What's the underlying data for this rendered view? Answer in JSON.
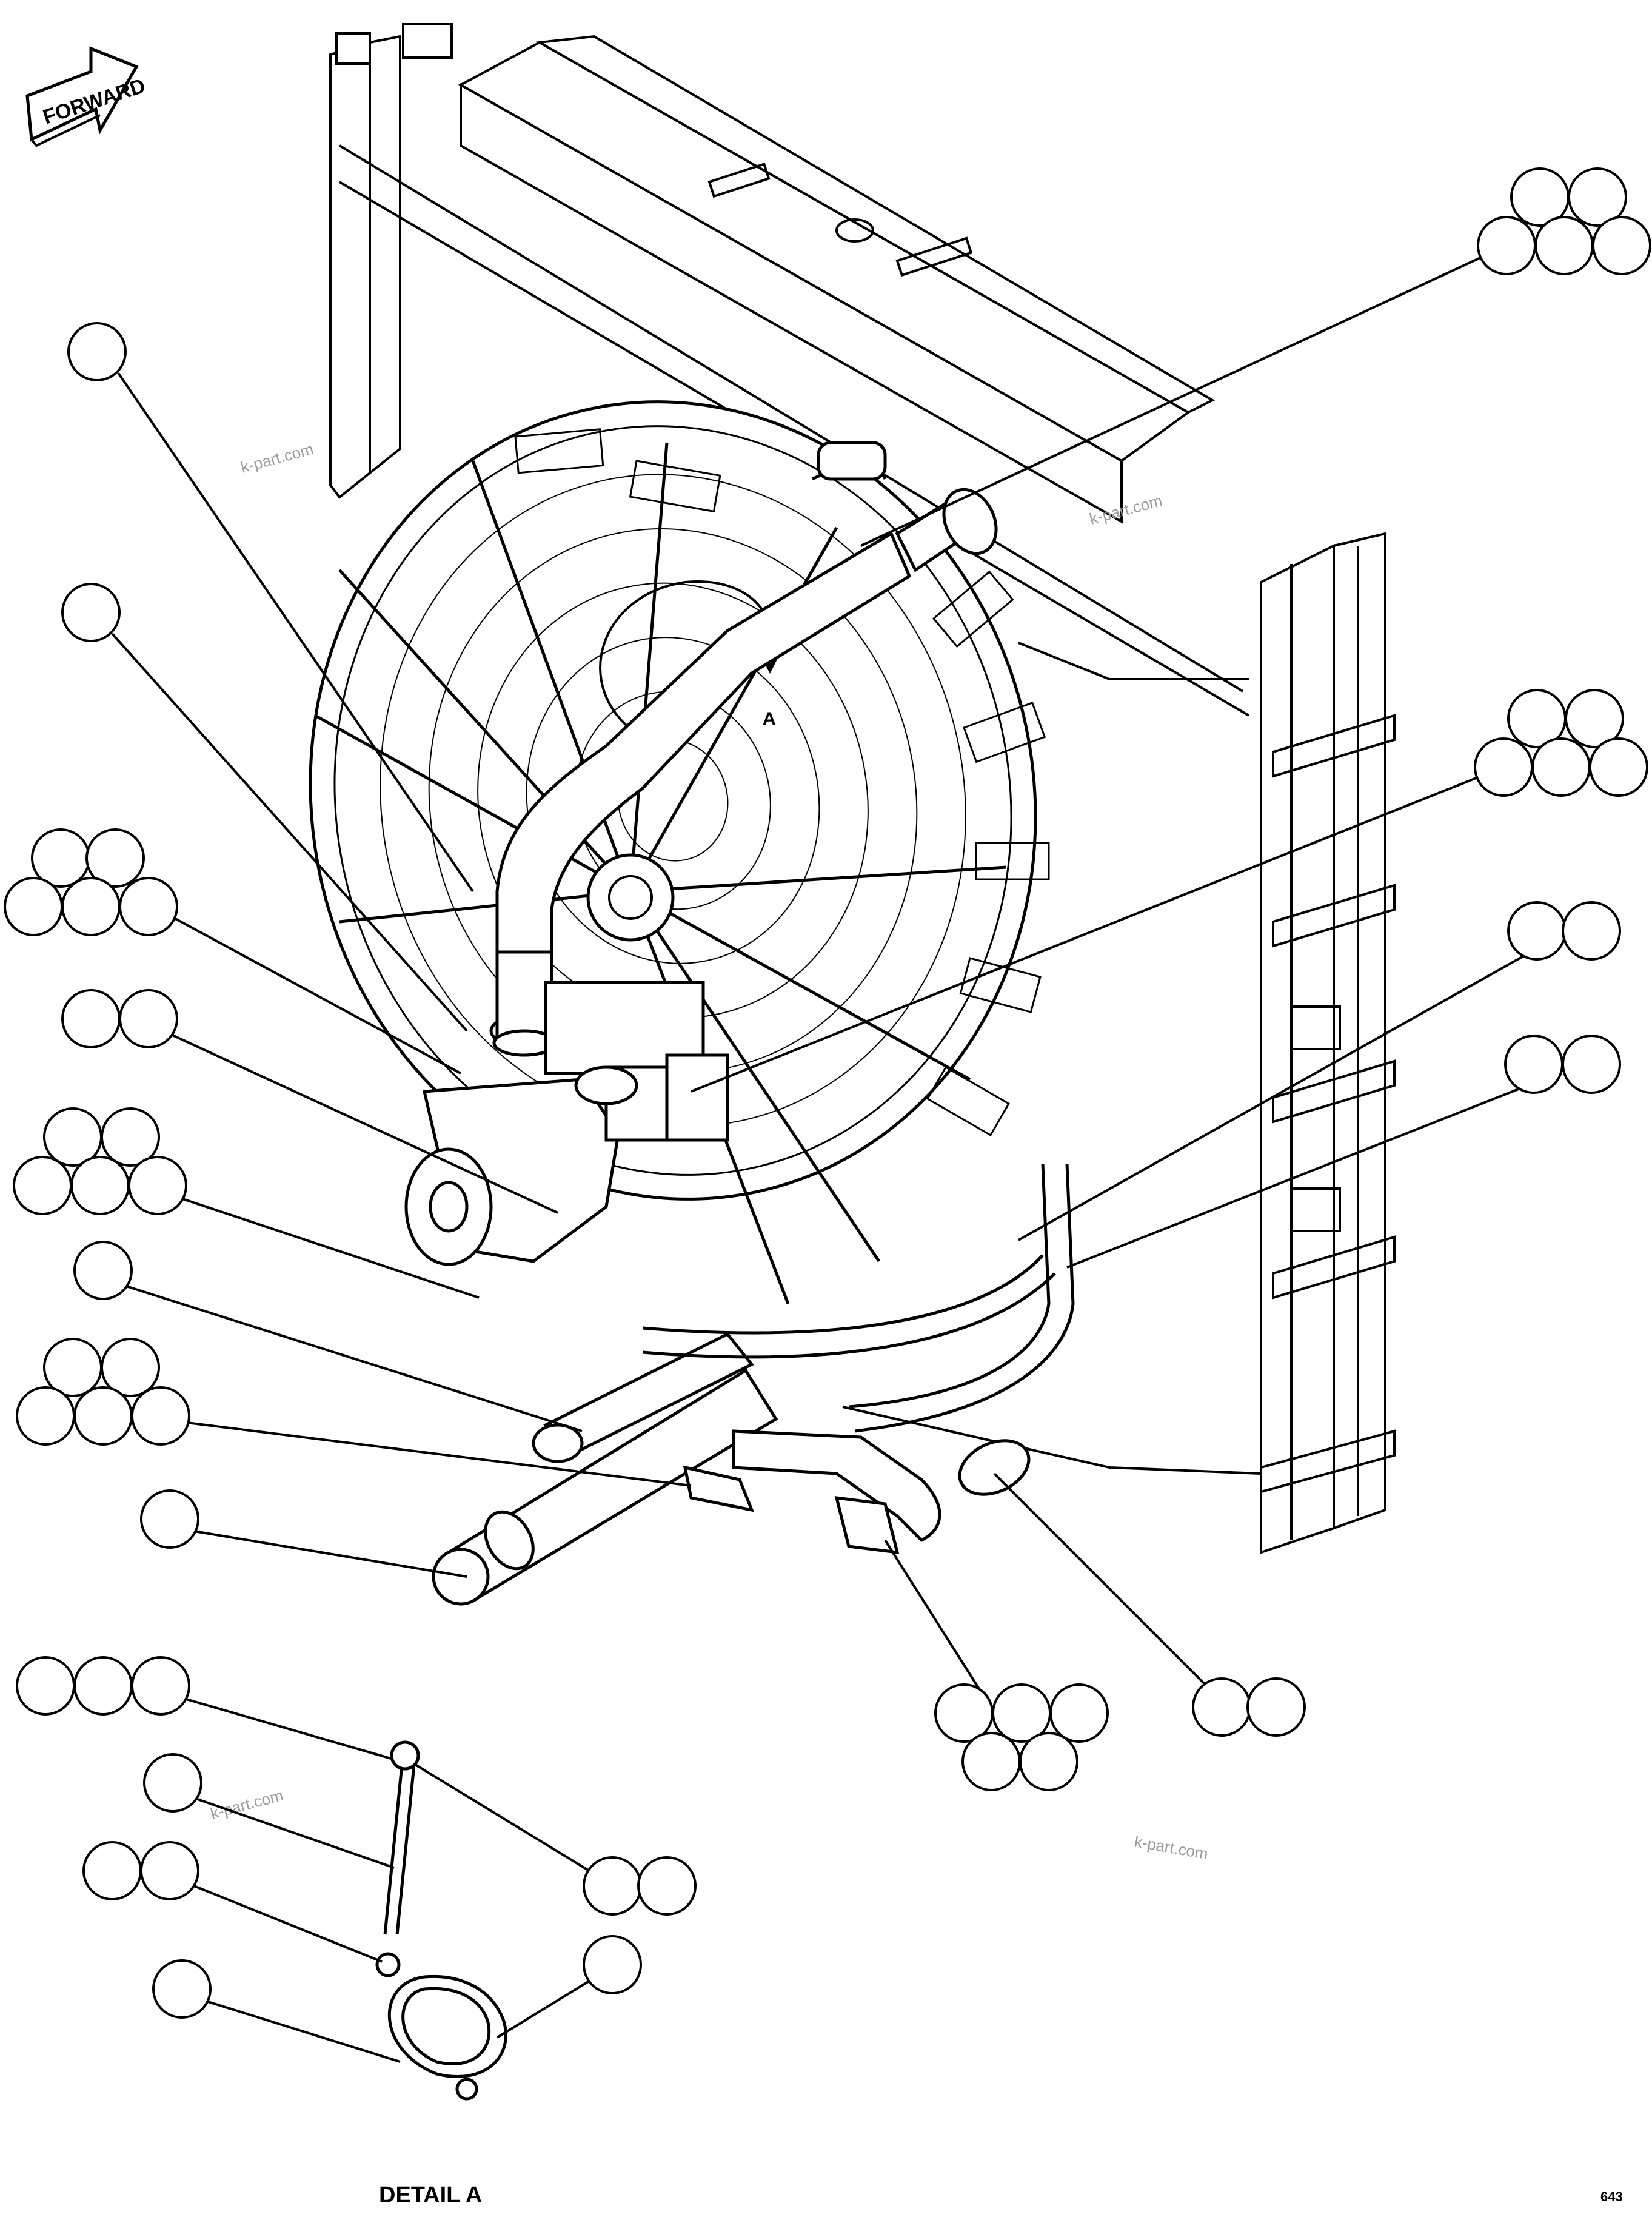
{
  "forward_label": "FORWARD",
  "watermark_text": "k-part.com",
  "detail_label": "DETAIL A",
  "detail_reference": "A",
  "sheet_code": "643",
  "colors": {
    "line": "#000000",
    "background": "#ffffff",
    "watermark": "#9a9a9a"
  },
  "callout_groups": [
    {
      "name": "callout-group-upper-right",
      "balloons": 5
    },
    {
      "name": "callout-group-fan-guard-top",
      "balloons": 1
    },
    {
      "name": "callout-group-fan-guard-left",
      "balloons": 1
    },
    {
      "name": "callout-group-right-middle",
      "balloons": 5
    },
    {
      "name": "callout-group-left-bracket",
      "balloons": 5
    },
    {
      "name": "callout-group-right-hose-upper",
      "balloons": 2
    },
    {
      "name": "callout-group-left-hub",
      "balloons": 2
    },
    {
      "name": "callout-group-right-hose-lower",
      "balloons": 2
    },
    {
      "name": "callout-group-left-lower-bracket",
      "balloons": 5
    },
    {
      "name": "callout-group-left-pipe-clamp",
      "balloons": 1
    },
    {
      "name": "callout-group-left-pipe-bracket",
      "balloons": 5
    },
    {
      "name": "callout-group-lower-tube",
      "balloons": 1
    },
    {
      "name": "callout-group-lower-bracket",
      "balloons": 5
    },
    {
      "name": "callout-group-lower-hose-clamp",
      "balloons": 2
    },
    {
      "name": "callout-group-detail-rod-top",
      "balloons": 3
    },
    {
      "name": "callout-group-detail-rod",
      "balloons": 1
    },
    {
      "name": "callout-group-detail-nut",
      "balloons": 2
    },
    {
      "name": "callout-group-detail-bolt",
      "balloons": 2
    },
    {
      "name": "callout-group-detail-clamp-left",
      "balloons": 1
    },
    {
      "name": "callout-group-detail-clamp-right",
      "balloons": 1
    }
  ]
}
